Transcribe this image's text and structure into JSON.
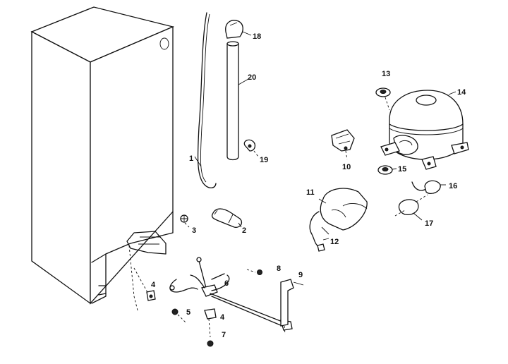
{
  "callouts": {
    "c1": "1",
    "c2": "2",
    "c3": "3",
    "c4a": "4",
    "c4b": "4",
    "c5": "5",
    "c6": "6",
    "c7": "7",
    "c8": "8",
    "c9": "9",
    "c10": "10",
    "c11": "11",
    "c12": "12",
    "c13": "13",
    "c14": "14",
    "c15": "15",
    "c16": "16",
    "c17": "17",
    "c18": "18",
    "c19": "19",
    "c20": "20"
  }
}
